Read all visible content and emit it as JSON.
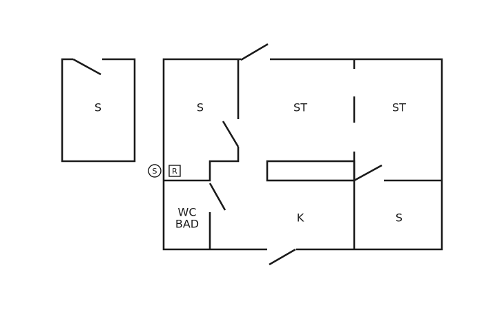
{
  "rooms": {
    "detached_bedroom": "S",
    "bedroom_left": "S",
    "living_room_1": "ST",
    "living_room_2": "ST",
    "bathroom_line1": "WC",
    "bathroom_line2": "BAD",
    "kitchen": "K",
    "bedroom_right": "S"
  },
  "symbols": {
    "circle_symbol": "S",
    "square_symbol": "R"
  },
  "colors": {
    "line": "#1a1a1a",
    "background": "#ffffff"
  }
}
